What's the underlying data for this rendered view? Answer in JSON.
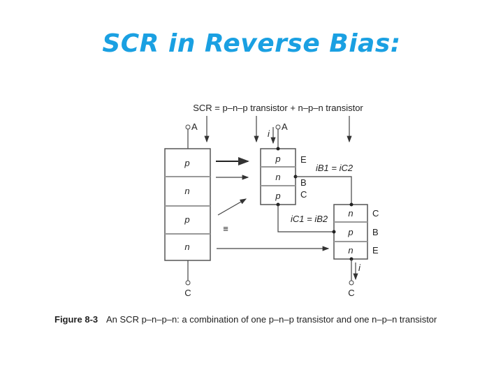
{
  "slide": {
    "title": "SCR in Reverse Bias:"
  },
  "diagram": {
    "equation": "SCR = p–n–p transistor + n–p–n transistor",
    "scr_layers": [
      "p",
      "n",
      "p",
      "n"
    ],
    "pnp_layers": [
      "p",
      "n",
      "p"
    ],
    "pnp_terminals": [
      "E",
      "B",
      "C"
    ],
    "npn_layers": [
      "n",
      "p",
      "n"
    ],
    "npn_terminals": [
      "C",
      "B",
      "E"
    ],
    "anode_label": "A",
    "cathode_label": "C",
    "current_label": "i",
    "ib1_ic2": "iB1 = iC2",
    "ic1_ib2": "iC1 = iB2",
    "equivalence": "≡"
  },
  "caption": {
    "label": "Figure 8-3",
    "text": "An SCR p–n–p–n: a combination of one p–n–p transistor and one n–p–n transistor"
  }
}
